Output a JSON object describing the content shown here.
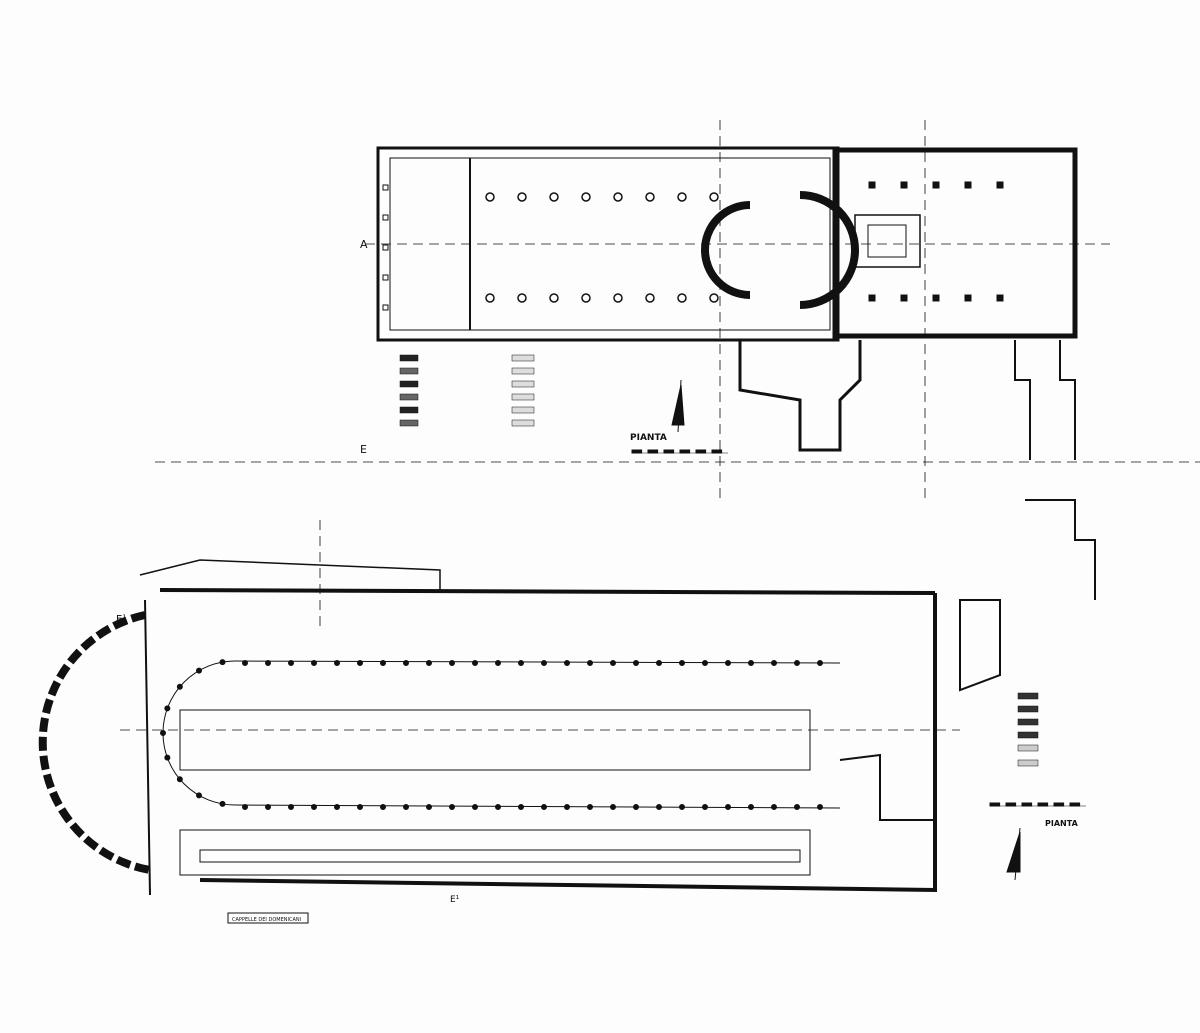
{
  "upper_plan": {
    "title": "PIANTA",
    "section_marks": [
      "A",
      "E"
    ]
  },
  "lower_plan": {
    "title": "PIANTA",
    "section_marks": [
      "E¹",
      "E¹"
    ],
    "chapel_label": "CAPPELLE DEI DOMENICANI"
  },
  "colors": {
    "ink": "#111111",
    "paper": "#fdfdfd"
  }
}
